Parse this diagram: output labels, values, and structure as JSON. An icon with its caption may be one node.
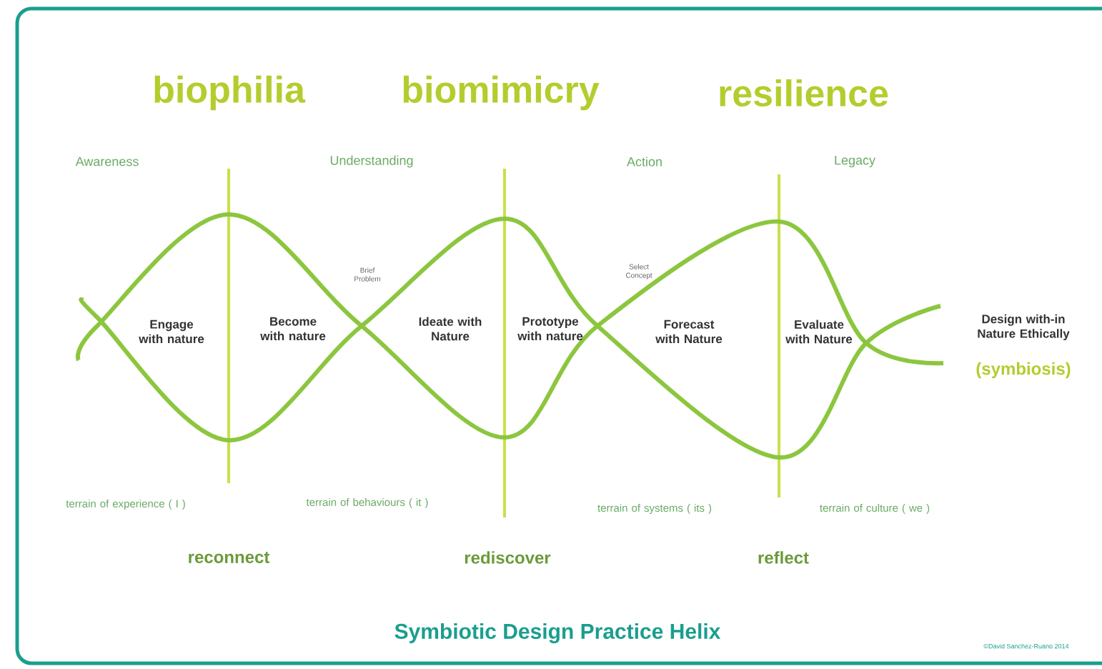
{
  "diagram": {
    "title": "Symbiotic Design Practice Helix",
    "labels": [
      "biophilia",
      "biomimicry",
      "resilience",
      "Awareness",
      "Understanding",
      "Action",
      "Legacy",
      "Brief Problem",
      "Select Concept",
      "Engage with nature",
      "Become with nature",
      "Ideate with Nature",
      "Prototype with nature",
      "Forecast with Nature",
      "Evaluate with Nature",
      "Design with-in Nature Ethically",
      "(symbiosis)",
      "terrain of experience ( I )",
      "terrain of behaviours ( it )",
      "terrain of systems ( its )",
      "terrain of culture ( we )",
      "reconnect",
      "rediscover",
      "reflect",
      "©David Sanchez-Ruano 2014"
    ]
  }
}
